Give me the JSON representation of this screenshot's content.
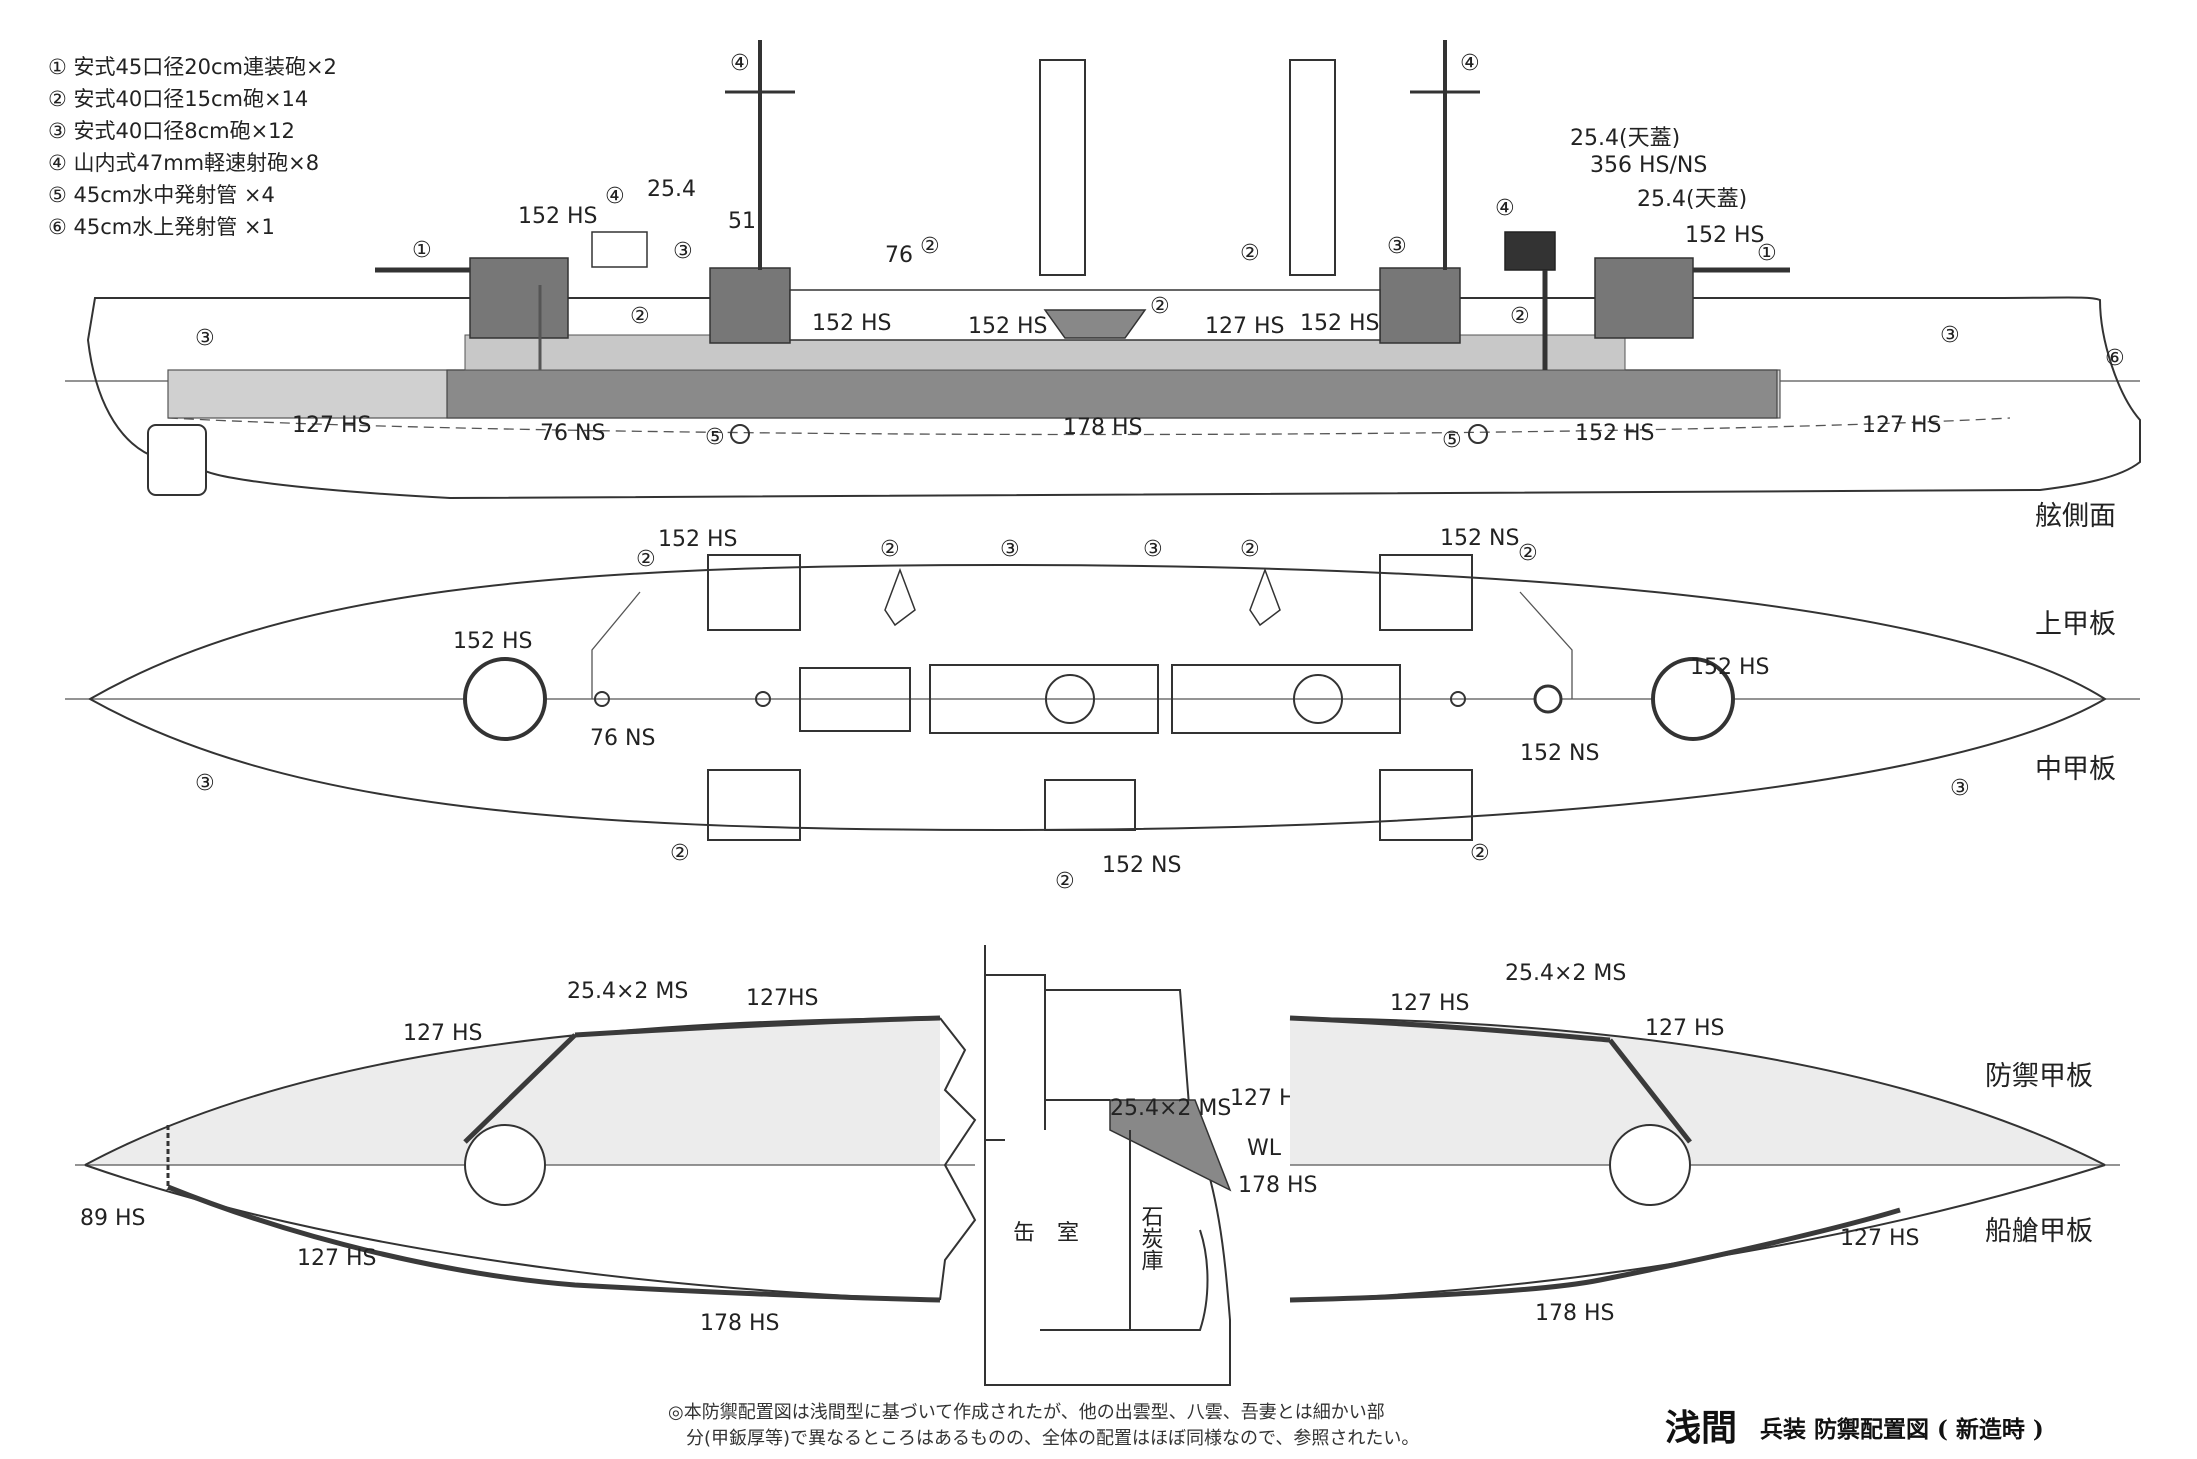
{
  "legend": [
    "① 安式45口径20cm連装砲×2",
    "② 安式40口径15cm砲×14",
    "③ 安式40口径8cm砲×12",
    "④ 山内式47mm軽速射砲×8",
    "⑤ 45cm水中発射管 ×4",
    "⑥ 45cm水上発射管 ×1"
  ],
  "sections": {
    "side": "舷側面",
    "upper_deck": "上甲板",
    "middle_deck": "中甲板",
    "protective_deck": "防禦甲板",
    "orlop_deck": "船艙甲板"
  },
  "markers": {
    "m1": "①",
    "m2": "②",
    "m3": "③",
    "m4": "④",
    "m5": "⑤",
    "m6": "⑥"
  },
  "labels": {
    "hs152": "152 HS",
    "hs127": "127 HS",
    "hs127b": "127HS",
    "hs178": "178 HS",
    "hs89": "89 HS",
    "ns76": "76 NS",
    "ns152": "152 NS",
    "t254": "25.4",
    "t51": "51",
    "t76": "76",
    "t254_roof": "25.4(天蓋)",
    "t356": "356 HS/NS",
    "ms254x2": "25.4×2 MS",
    "wl": "WL",
    "boiler_room": "缶　室",
    "coal_bunker": "石炭庫"
  },
  "note_lines": [
    "◎本防禦配置図は浅間型に基づいて作成されたが、他の出雲型、八雲、吾妻とは細かい部",
    "分(甲鈑厚等)で異なるところはあるものの、全体の配置はほぼ同様なので、参照されたい。"
  ],
  "title": {
    "ship": "浅間",
    "subtitle": "兵装 防禦配置図 ( 新造時 )"
  }
}
